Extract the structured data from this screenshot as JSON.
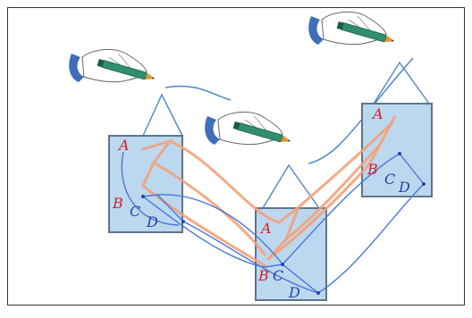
{
  "colors": {
    "panel_fill": "#bcd8ef",
    "panel_stroke": "#5f7589",
    "string": "#4f86c6",
    "red_label": "#d4202a",
    "blue_label": "#2343a8",
    "orange_path": "#f4a07a",
    "blue_path": "#4a78d6",
    "pen_body": "#2f8f6d",
    "pen_tip": "#e39a2f",
    "sleeve": "#3e6fb8",
    "frame": "#333333"
  },
  "icons": [
    "hand-holding-pen-icon",
    "sleeve-cuff-icon",
    "pen-icon"
  ],
  "panels": [
    {
      "id": "left",
      "labels": [
        "A",
        "B",
        "C",
        "D"
      ]
    },
    {
      "id": "middle",
      "labels": [
        "A",
        "B",
        "C",
        "D"
      ]
    },
    {
      "id": "right",
      "labels": [
        "A",
        "B",
        "C",
        "D"
      ]
    }
  ]
}
